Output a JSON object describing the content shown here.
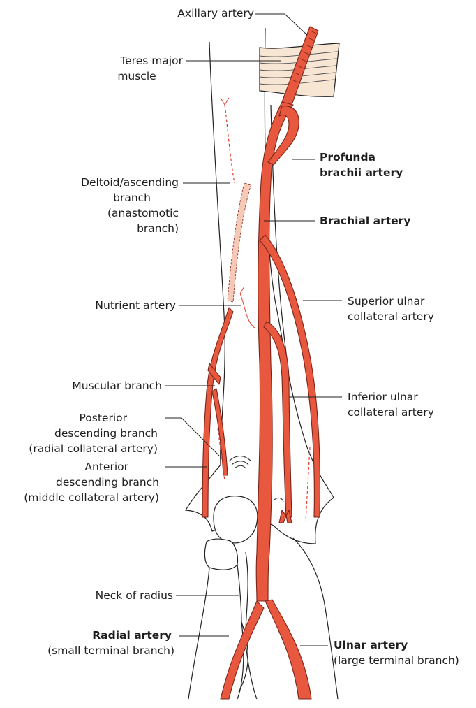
{
  "labels": {
    "axillary": "Axillary artery",
    "teres_1": "Teres major",
    "teres_2": "muscle",
    "profunda_1": "Profunda",
    "profunda_2": "brachii artery",
    "deltoid_1": "Deltoid/ascending",
    "deltoid_2": "branch",
    "deltoid_3": "(anastomotic",
    "deltoid_4": "branch)",
    "brachial": "Brachial artery",
    "nutrient": "Nutrient artery",
    "sup_ulnar_1": "Superior ulnar",
    "sup_ulnar_2": "collateral artery",
    "muscular": "Muscular branch",
    "inf_ulnar_1": "Inferior ulnar",
    "inf_ulnar_2": "collateral artery",
    "posterior_1": "Posterior",
    "posterior_2": "descending branch",
    "posterior_3": "(radial collateral artery)",
    "anterior_1": "Anterior",
    "anterior_2": "descending branch",
    "anterior_3": "(middle collateral artery)",
    "neck_radius": "Neck of radius",
    "radial_1": "Radial artery",
    "radial_2": "(small terminal branch)",
    "ulnar_1": "Ulnar artery",
    "ulnar_2": "(large terminal branch)"
  },
  "colors": {
    "artery": "#e8583f",
    "artery_outline": "#7a2418",
    "muscle": "#f8e6d4",
    "ascending_branch": "#f6c8b6",
    "text": "#1e1e1e",
    "bone_outline": "#222222"
  }
}
